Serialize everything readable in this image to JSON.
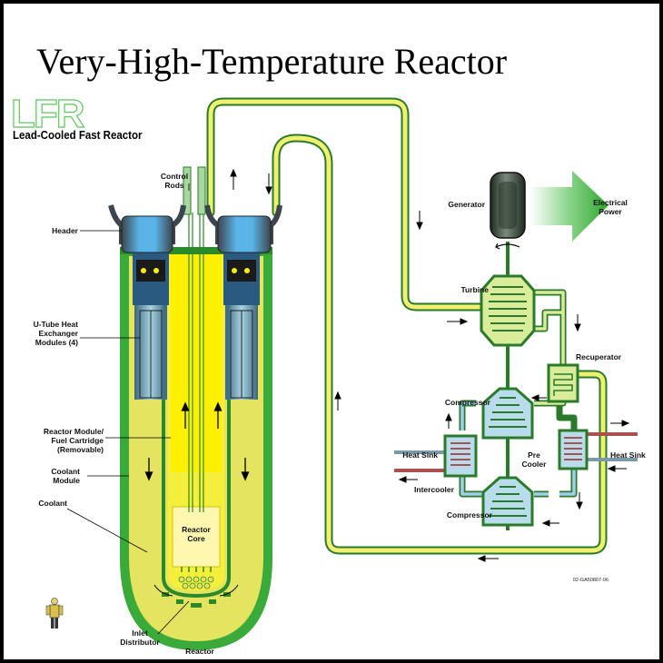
{
  "title": "Very-High-Temperature Reactor",
  "logo": "LFR",
  "subtitle": "Lead-Cooled Fast Reactor",
  "labels": {
    "control_rods_1": "Control",
    "control_rods_2": "Rods",
    "header": "Header",
    "u_tube_1": "U-Tube Heat",
    "u_tube_2": "Exchanger",
    "u_tube_3": "Modules (4)",
    "reactor_module_1": "Reactor Module/",
    "reactor_module_2": "Fuel Cartridge",
    "reactor_module_3": "(Removable)",
    "coolant_module_1": "Coolant",
    "coolant_module_2": "Module",
    "coolant": "Coolant",
    "reactor_core_1": "Reactor",
    "reactor_core_2": "Core",
    "inlet_distributor_1": "Inlet",
    "inlet_distributor_2": "Distributor",
    "reactor": "Reactor",
    "generator": "Generator",
    "electrical_power_1": "Electrical",
    "electrical_power_2": "Power",
    "turbine": "Turbine",
    "recuperator": "Recuperator",
    "compressor_top": "Compressor",
    "heat_sink_left": "Heat Sink",
    "pre_cooler_1": "Pre",
    "pre_cooler_2": "Cooler",
    "heat_sink_right": "Heat Sink",
    "intercooler": "Intercooler",
    "compressor_bottom": "Compressor",
    "drawing_number": "02-GA50807-06"
  },
  "colors": {
    "pipe_outer": "#2a7a2a",
    "pipe_inner": "#f0f070",
    "vessel_green": "#3aaa3a",
    "vessel_fill": "#e4e460",
    "core_yellow": "#fff000",
    "header_blue": "#4aa8e0",
    "header_grey": "#4a5560",
    "arrow_green": "#2fa62f"
  }
}
